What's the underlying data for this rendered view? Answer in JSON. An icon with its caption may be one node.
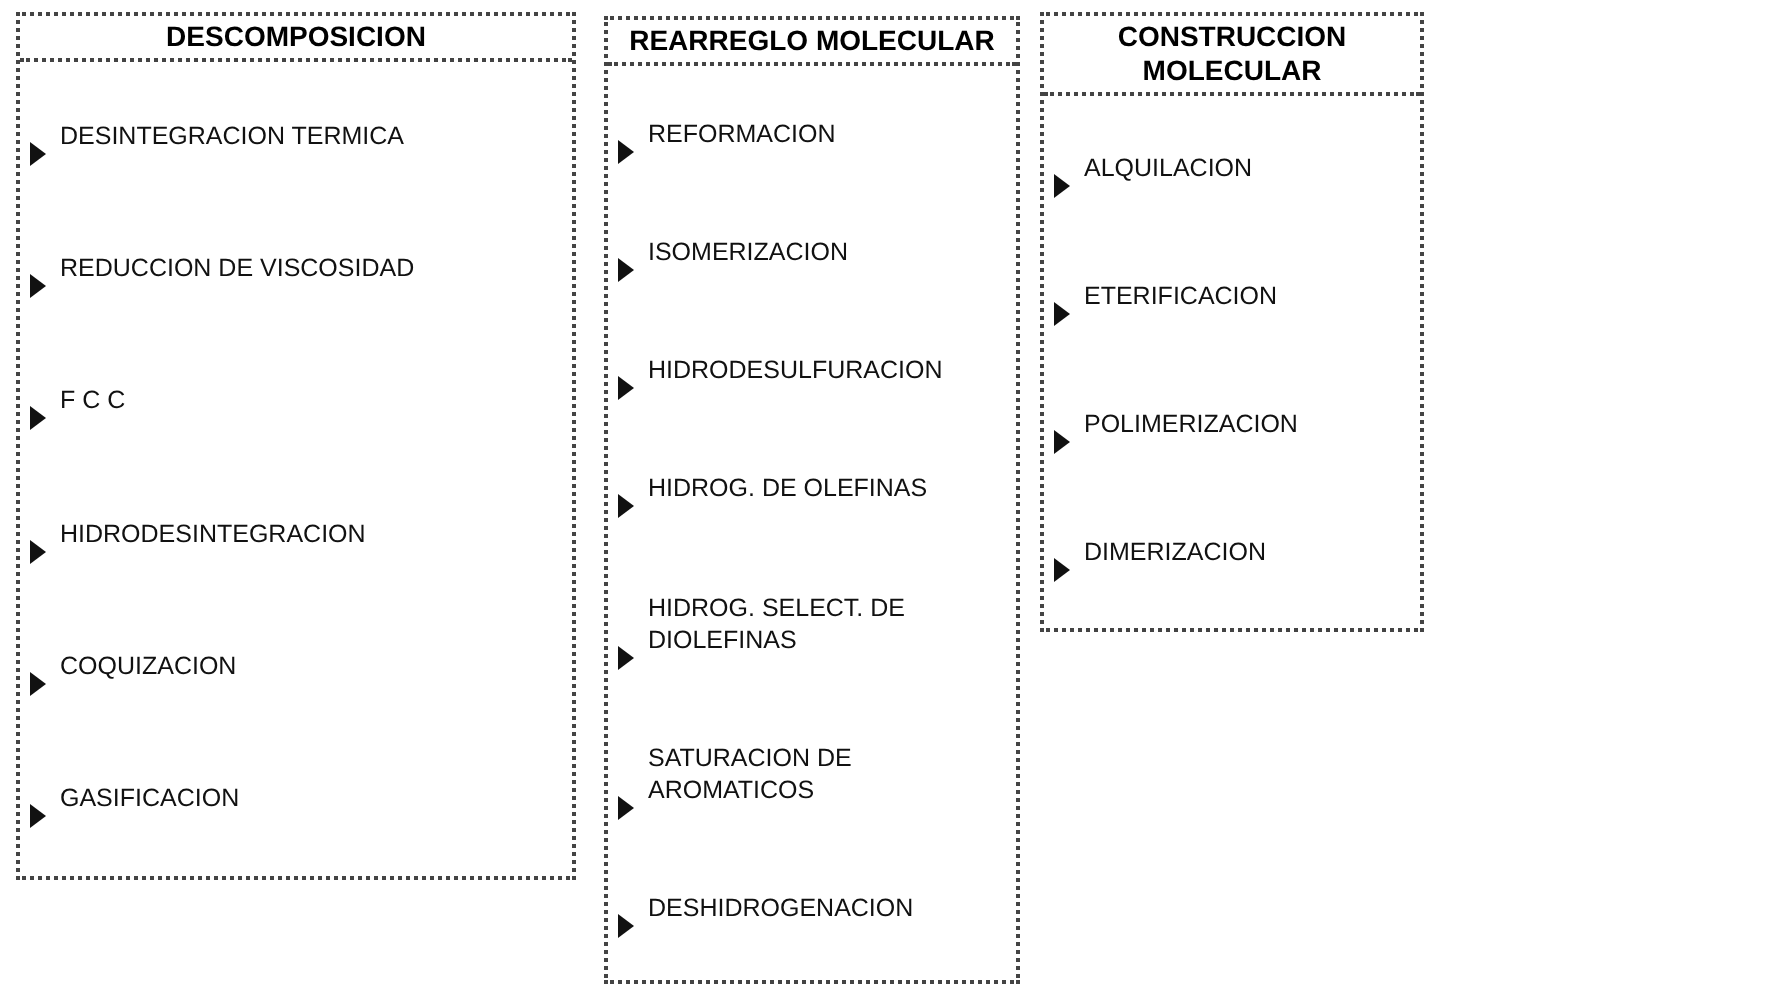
{
  "diagram": {
    "nodes": [
      {
        "text": [
          "DESCOMPOSICION",
          "DESINTEGRACION TERMICA",
          "REDUCCION DE VISCOSIDAD",
          "F C C",
          "HIDRODESINTEGRACION",
          "COQUIZACION",
          "GASIFICACION"
        ]
      },
      {
        "text": [
          "REARREGLO MOLECULAR",
          "REFORMACION",
          "ISOMERIZACION",
          "HIDRODESULFURACION",
          "HIDROG. DE OLEFINAS",
          "HIDROG. SELECT. DE DIOLEFINAS",
          "SATURACION DE AROMATICOS",
          "DESHIDROGENACION"
        ]
      },
      {
        "text": [
          "CONSTRUCCION MOLECULAR",
          "ALQUILACION",
          "ETERIFICACION",
          "POLIMERIZACION",
          "DIMERIZACION"
        ]
      }
    ]
  }
}
